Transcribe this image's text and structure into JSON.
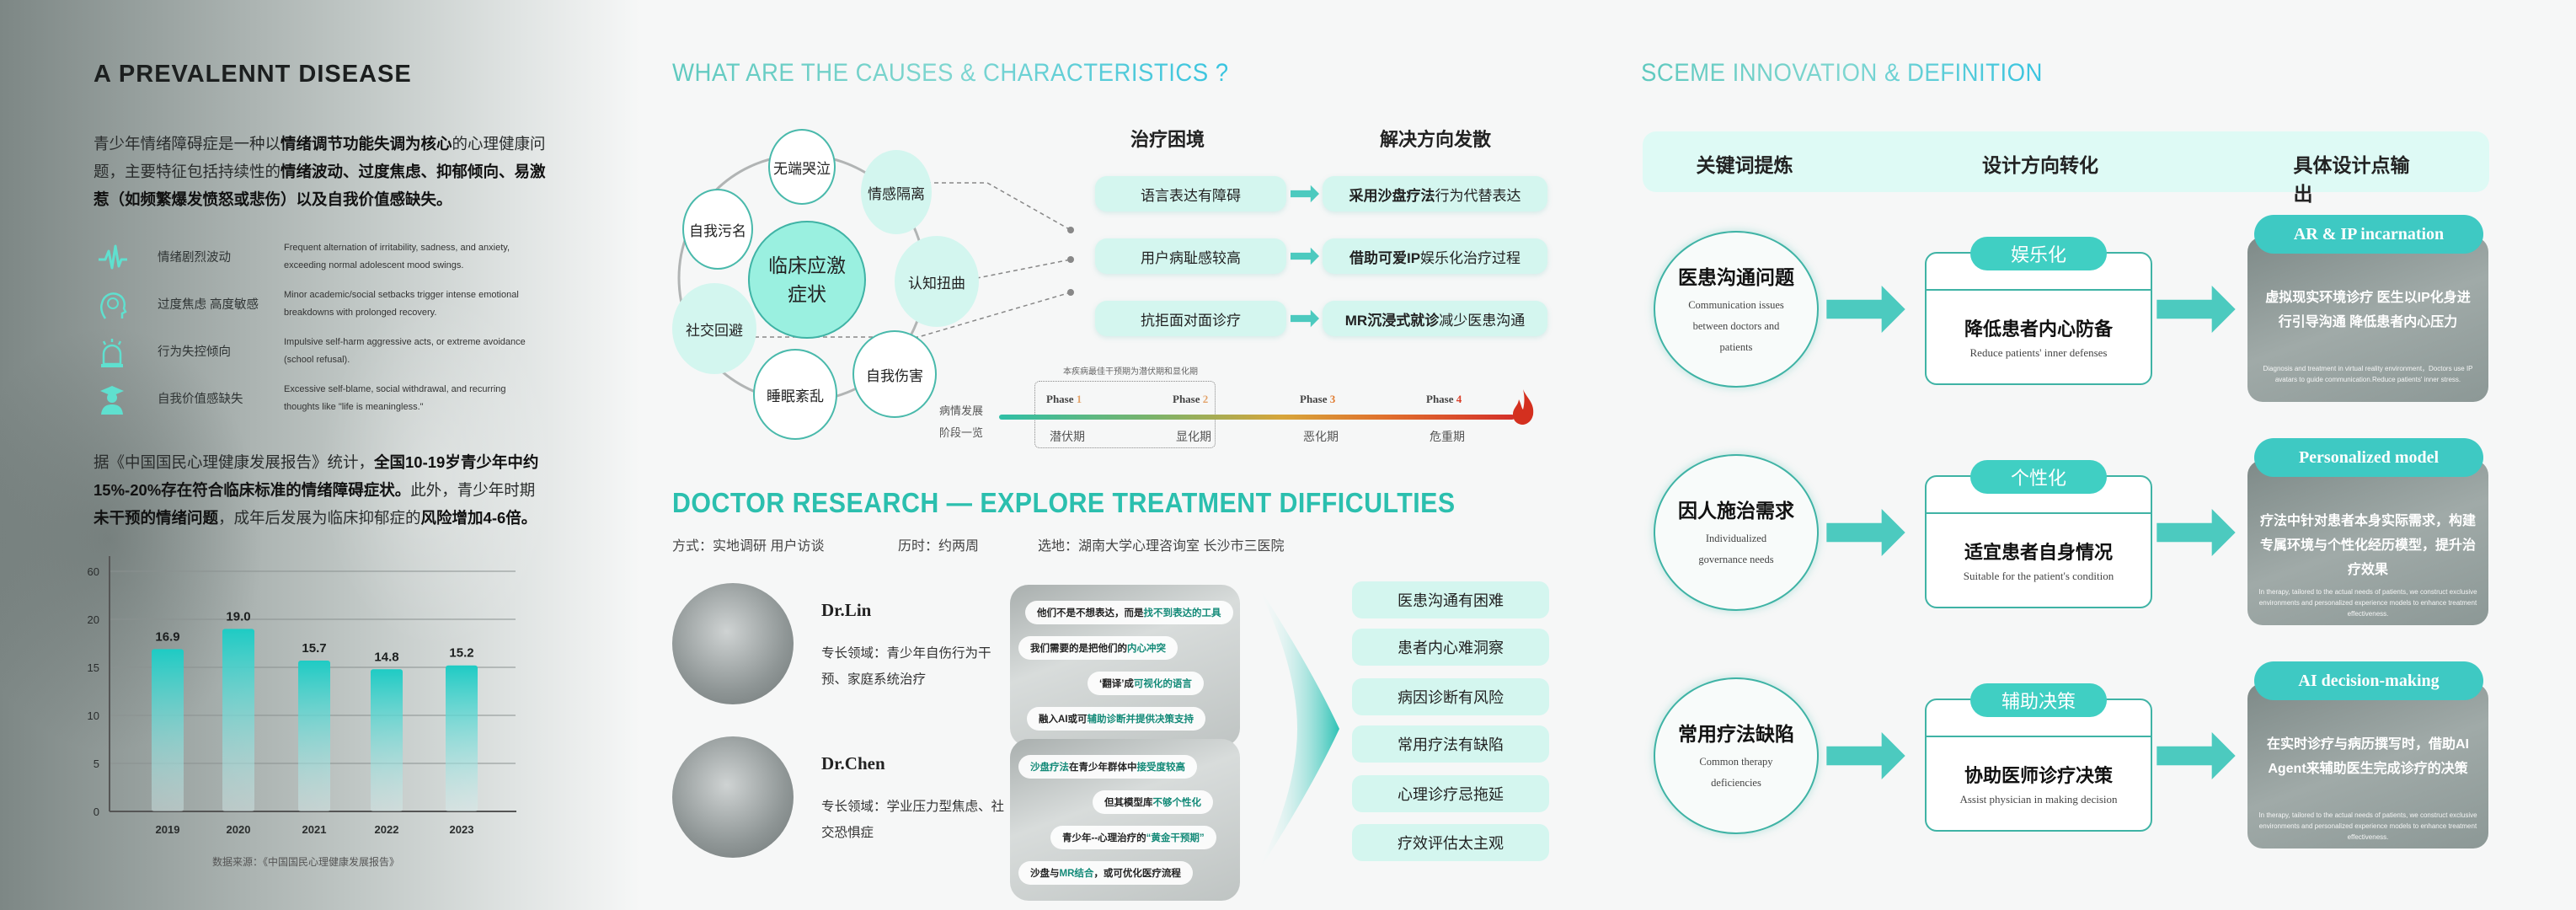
{
  "left": {
    "title": "A PREVALENNT DISEASE",
    "intro": [
      {
        "text": "青少年情绪障碍症是一种以",
        "bold": false
      },
      {
        "text": "情绪调节功能失调为核心",
        "bold": true
      },
      {
        "text": "的心理健康问题，主要特征包括持续性的",
        "bold": false
      },
      {
        "text": "情绪波动、过度焦虑、抑郁倾向、易激惹（如频繁爆发愤怒或悲伤）以及自我价值感缺失。",
        "bold": true
      }
    ],
    "symptoms": [
      {
        "icon": "pulse-icon",
        "label": "情绪剧烈波动",
        "desc": "Frequent alternation of irritability, sadness, and anxiety, exceeding normal adolescent mood swings."
      },
      {
        "icon": "head-brain-icon",
        "label": "过度焦虑 高度敏感",
        "desc": "Minor academic/social setbacks trigger intense emotional breakdowns with prolonged recovery."
      },
      {
        "icon": "alarm-light-icon",
        "label": "行为失控倾向",
        "desc": "Impulsive self-harm aggressive acts, or extreme avoidance (school refusal)."
      },
      {
        "icon": "graduate-person-icon",
        "label": "自我价值感缺失",
        "desc": "Excessive self-blame, social withdrawal, and recurring thoughts like \"life is meaningless.\""
      }
    ],
    "stats": [
      {
        "text": "据《中国国民心理健康发展报告》统计，",
        "bold": false
      },
      {
        "text": "全国10-19岁青少年中约15%-20%存在符合临床标准的情绪障碍症状。",
        "bold": true
      },
      {
        "text": "此外，青少年时期",
        "bold": false
      },
      {
        "text": "未干预的情绪问题",
        "bold": true
      },
      {
        "text": "，成年后发展为临床抑郁症的",
        "bold": false
      },
      {
        "text": "风险增加4-6倍。",
        "bold": true
      }
    ],
    "source": "数据来源：《中国国民心理健康发展报告》"
  },
  "chart_data": {
    "type": "bar",
    "categories": [
      "2019",
      "2020",
      "2021",
      "2022",
      "2023"
    ],
    "values": [
      16.9,
      19.0,
      15.7,
      14.8,
      15.2
    ],
    "data_labels": [
      "16.9",
      "19.0",
      "15.7",
      "14.8",
      "15.2"
    ],
    "y_ticks": [
      "0",
      "5",
      "10",
      "15",
      "20",
      "60"
    ],
    "ylim": [
      0,
      60
    ],
    "grid": true,
    "color": "#22cbc3"
  },
  "causes": {
    "title": "WHAT ARE THE CAUSES & CHARACTERISTICS ?",
    "center": "临床应激症状",
    "nodes": [
      "无端哭泣",
      "情感隔离",
      "自我污名",
      "认知扭曲",
      "社交回避",
      "自我伤害",
      "睡眠紊乱"
    ],
    "col_left": "治疗困境",
    "col_right": "解决方向发散",
    "rows": [
      {
        "problem": "语言表达有障碍",
        "solution_bold": "采用沙盘疗法",
        "solution": " 行为代替表达"
      },
      {
        "problem": "用户病耻感较高",
        "solution_bold": "借助可爱IP",
        "solution": " 娱乐化治疗过程"
      },
      {
        "problem": "抗拒面对面诊疗",
        "solution_bold": "MR沉浸式就诊",
        "solution": " 减少医患沟通"
      }
    ],
    "timeline": {
      "caption": "本疾病最佳干预期为潜伏期和显化期",
      "label": [
        "病情发展",
        "阶段一览"
      ],
      "phases": [
        {
          "word": "Phase",
          "num": "1",
          "name": "潜伏期",
          "color": "#e3a36a"
        },
        {
          "word": "Phase",
          "num": "2",
          "name": "显化期",
          "color": "#e3a36a"
        },
        {
          "word": "Phase",
          "num": "3",
          "name": "恶化期",
          "color": "#e07b30"
        },
        {
          "word": "Phase",
          "num": "4",
          "name": "危重期",
          "color": "#d9402a"
        }
      ]
    }
  },
  "research": {
    "title": "DOCTOR RESEARCH — EXPLORE TREATMENT DIFFICULTIES",
    "method": "方式：实地调研   用户访谈",
    "duration": "历时：约两周",
    "location": "选地：湖南大学心理咨询室 长沙市三医院",
    "doctors": [
      {
        "name": "Dr.Lin",
        "spec": "专长领域：青少年自伤行为干预、家庭系统治疗",
        "quotes": [
          [
            {
              "t": "他们不是不想表达，而是",
              "h": false
            },
            {
              "t": "找不到表达的工具",
              "h": true
            }
          ],
          [
            {
              "t": "我们需要的是把他们的",
              "h": false
            },
            {
              "t": "内心冲突",
              "h": true
            }
          ],
          [
            {
              "t": "‘翻译’成",
              "h": false
            },
            {
              "t": "可视化的语言",
              "h": true
            }
          ],
          [
            {
              "t": "融入AI或可",
              "h": false
            },
            {
              "t": "辅助诊断并提供决策支持",
              "h": true
            }
          ]
        ]
      },
      {
        "name": "Dr.Chen",
        "spec": "专长领域：学业压力型焦虑、社交恐惧症",
        "quotes": [
          [
            {
              "t": "沙盘疗法",
              "h": true
            },
            {
              "t": "在青少年群体中",
              "h": false
            },
            {
              "t": "接受度较高",
              "h": true
            }
          ],
          [
            {
              "t": "但其模型库",
              "h": false
            },
            {
              "t": "不够个性化",
              "h": true
            }
          ],
          [
            {
              "t": "青少年--心理治疗的",
              "h": false
            },
            {
              "t": "“黄金干预期”",
              "h": true
            }
          ],
          [
            {
              "t": "沙盘与",
              "h": false
            },
            {
              "t": "MR结合",
              "h": true
            },
            {
              "t": "，或可优化医疗流程",
              "h": false
            }
          ]
        ]
      }
    ],
    "findings": [
      "医患沟通有困难",
      "患者内心难洞察",
      "病因诊断有风险",
      "常用疗法有缺陷",
      "心理诊疗忌拖延",
      "疗效评估太主观"
    ]
  },
  "scheme": {
    "title": "SCEME INNOVATION & DEFINITION",
    "headers": [
      "关键词提炼",
      "设计方向转化",
      "具体设计点输出"
    ],
    "rows": [
      {
        "keyword": "医患沟通问题",
        "keyword_en": "Communication issues between doctors and patients",
        "tag": "娱乐化",
        "direction": "降低患者内心防备",
        "direction_en": "Reduce patients' inner defenses",
        "output_title": "AR & IP incarnation",
        "output_cn": "虚拟现实环境诊疗 医生以IP化身进行引导沟通 降低患者内心压力",
        "output_en": "Diagnosis and treatment in virtual reality environment，Doctors use IP avatars to guide communication.Reduce patients' inner stress."
      },
      {
        "keyword": "因人施治需求",
        "keyword_en": "Individualized governance needs",
        "tag": "个性化",
        "direction": "适宜患者自身情况",
        "direction_en": "Suitable for the patient's  condition",
        "output_title": "Personalized model",
        "output_cn": "疗法中针对患者本身实际需求，构建专属环境与个性化经历模型，提升治疗效果",
        "output_en": "In therapy, tailored to the actual needs of patients, we construct exclusive environments and personalized experience models to enhance treatment effectiveness."
      },
      {
        "keyword": "常用疗法缺陷",
        "keyword_en": "Common therapy deficiencies",
        "tag": "辅助决策",
        "direction": "协助医师诊疗决策",
        "direction_en": "Assist physician in making decision",
        "output_title": "AI decision-making",
        "output_cn": "在实时诊疗与病历撰写时，借助AI Agent来辅助医生完成诊疗的决策",
        "output_en": "In therapy, tailored to the actual needs of patients, we construct exclusive environments and personalized experience models to enhance treatment effectiveness."
      }
    ]
  },
  "colors": {
    "teal": "#3ec9c3",
    "mint": "#d4f6ef",
    "border": "#3fb3a5",
    "highlight": "#138a78"
  }
}
